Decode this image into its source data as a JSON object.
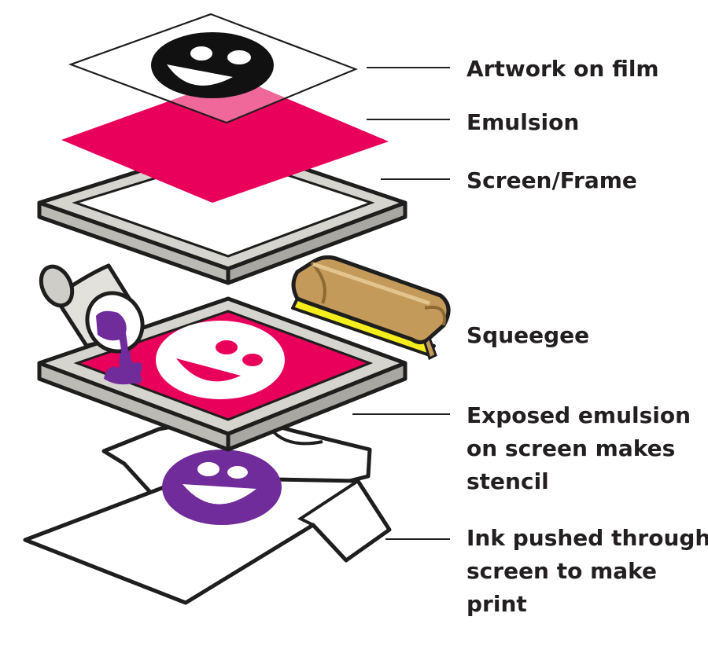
{
  "labels": {
    "artwork": "Artwork on film",
    "emulsion": "Emulsion",
    "screen_frame": "Screen/Frame",
    "squeegee": "Squeegee",
    "exposed": [
      "Exposed emulsion",
      "on screen makes",
      "stencil"
    ],
    "ink": [
      "Ink pushed through",
      "screen to make",
      "print"
    ]
  },
  "colors": {
    "emulsion_pink": "#e8005a",
    "overlap_pink": "#f0689a",
    "ink_purple": "#6f2c9a",
    "frame_grey": "#d6d4cf",
    "squeegee_tan": "#c49a5a",
    "blade_yellow": "#f4ee1c",
    "outline": "#1e1e1e"
  },
  "icons": [
    "smiley-face-icon"
  ]
}
